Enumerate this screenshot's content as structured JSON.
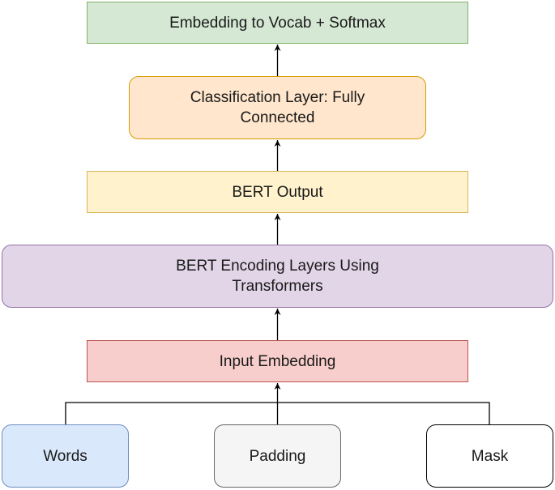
{
  "diagram": {
    "nodes": {
      "softmax": "Embedding to Vocab + Softmax",
      "classification": "Classification Layer: Fully\nConnected",
      "bert_output": "BERT Output",
      "encoding": "BERT Encoding Layers Using\nTransformers",
      "input_embedding": "Input Embedding",
      "words": "Words",
      "padding": "Padding",
      "mask": "Mask"
    },
    "colors": {
      "softmax_fill": "#d5e8d4",
      "classification_fill": "#ffe6cc",
      "bert_output_fill": "#fff2cc",
      "encoding_fill": "#e1d5e7",
      "input_embedding_fill": "#f8cecc",
      "words_fill": "#dae8fc",
      "padding_fill": "#f5f5f5",
      "mask_fill": "#ffffff"
    },
    "edges": [
      {
        "from": "words",
        "to": "input_embedding"
      },
      {
        "from": "padding",
        "to": "input_embedding"
      },
      {
        "from": "mask",
        "to": "input_embedding"
      },
      {
        "from": "input_embedding",
        "to": "encoding"
      },
      {
        "from": "encoding",
        "to": "bert_output"
      },
      {
        "from": "bert_output",
        "to": "classification"
      },
      {
        "from": "classification",
        "to": "softmax"
      }
    ]
  }
}
